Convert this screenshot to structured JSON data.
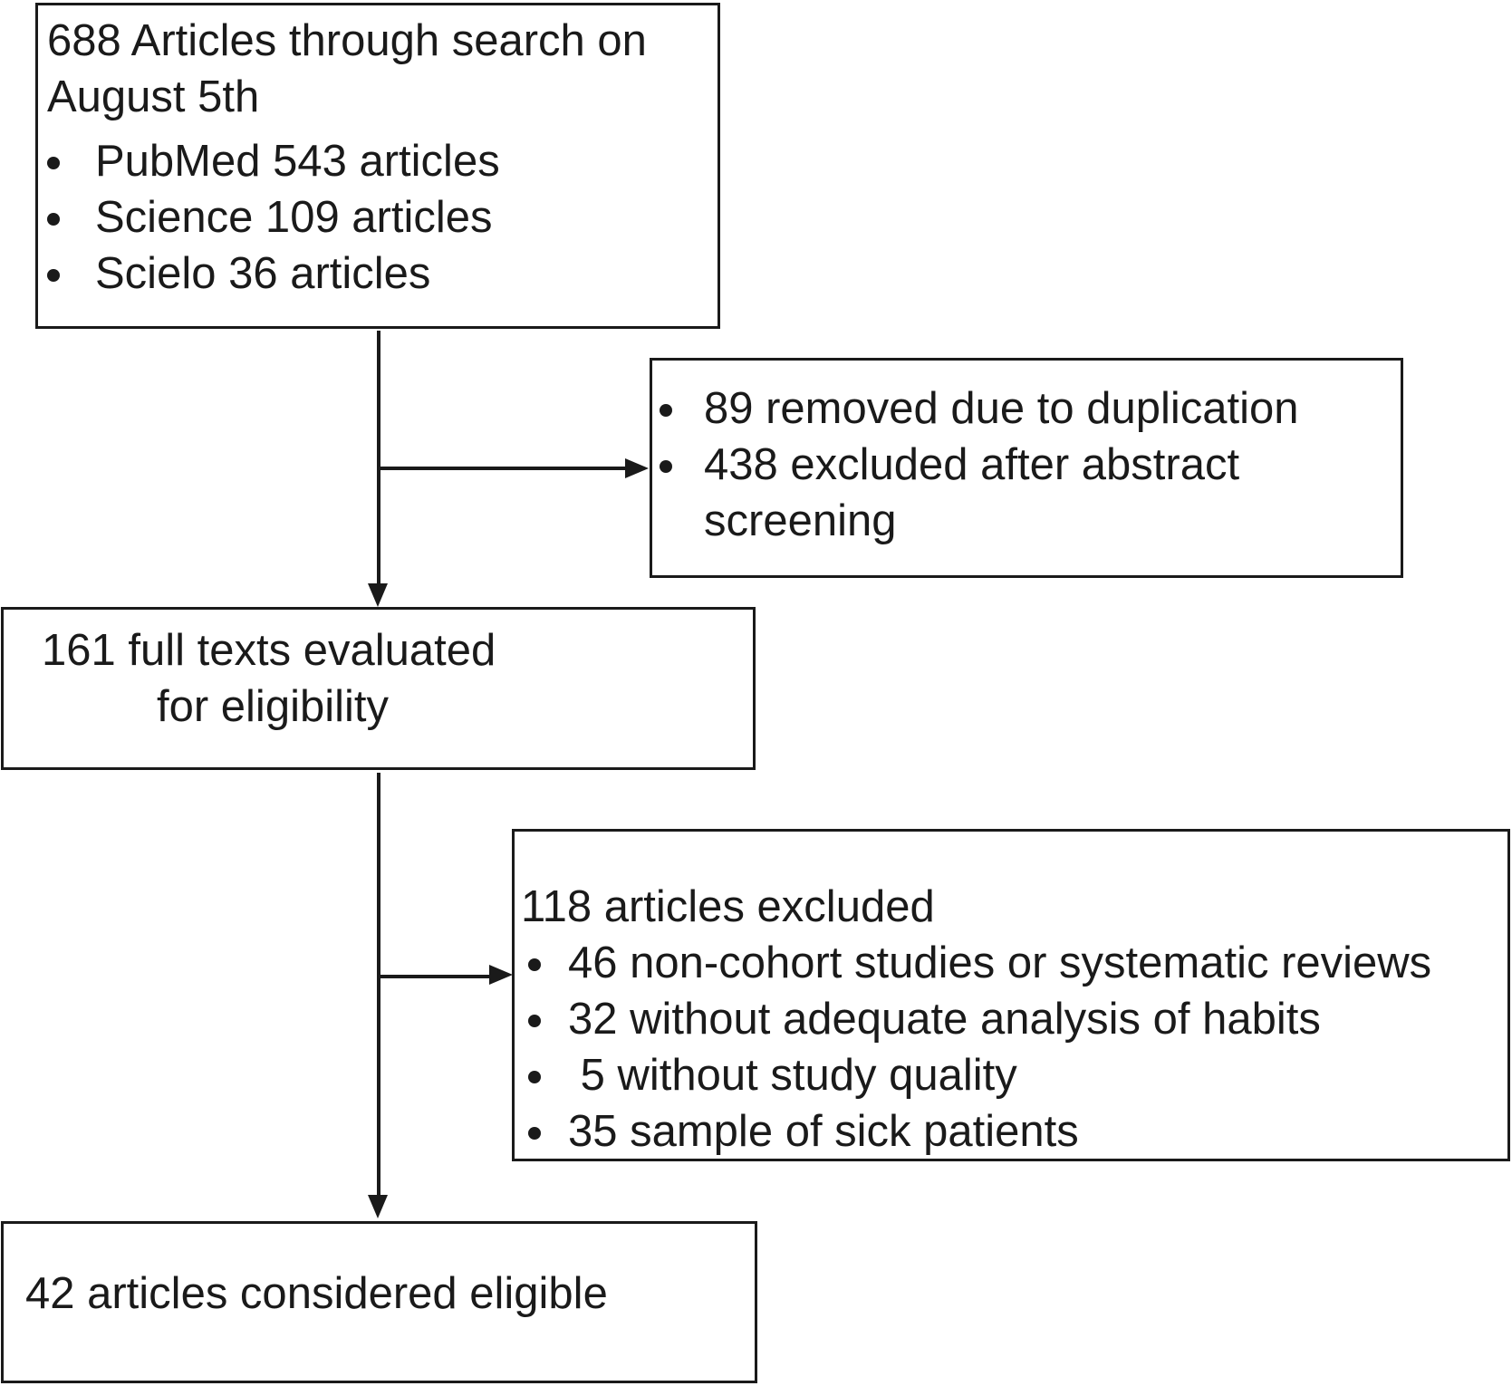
{
  "figure": {
    "type": "flowchart",
    "background_color": "#ffffff",
    "line_color": "#1a1a1a",
    "text_color": "#1a1a1a"
  },
  "boxes": {
    "identification": {
      "title_lines": [
        "688 Articles through search on",
        "August 5th"
      ],
      "bullets": [
        "PubMed 543 articles",
        "Science 109 articles",
        "Scielo 36 articles"
      ]
    },
    "screening_excluded": {
      "bullets": [
        "89 removed due to duplication",
        "438 excluded after abstract screening"
      ]
    },
    "eligibility": {
      "line1": "161 full texts evaluated",
      "line2": "for eligibility"
    },
    "fulltext_excluded": {
      "title": "118 articles excluded",
      "bullets": [
        "46 non-cohort studies or systematic reviews",
        "32 without adequate analysis of habits",
        " 5 without study quality",
        "35 sample of sick patients"
      ]
    },
    "included": {
      "text": "42 articles considered eligible"
    }
  }
}
